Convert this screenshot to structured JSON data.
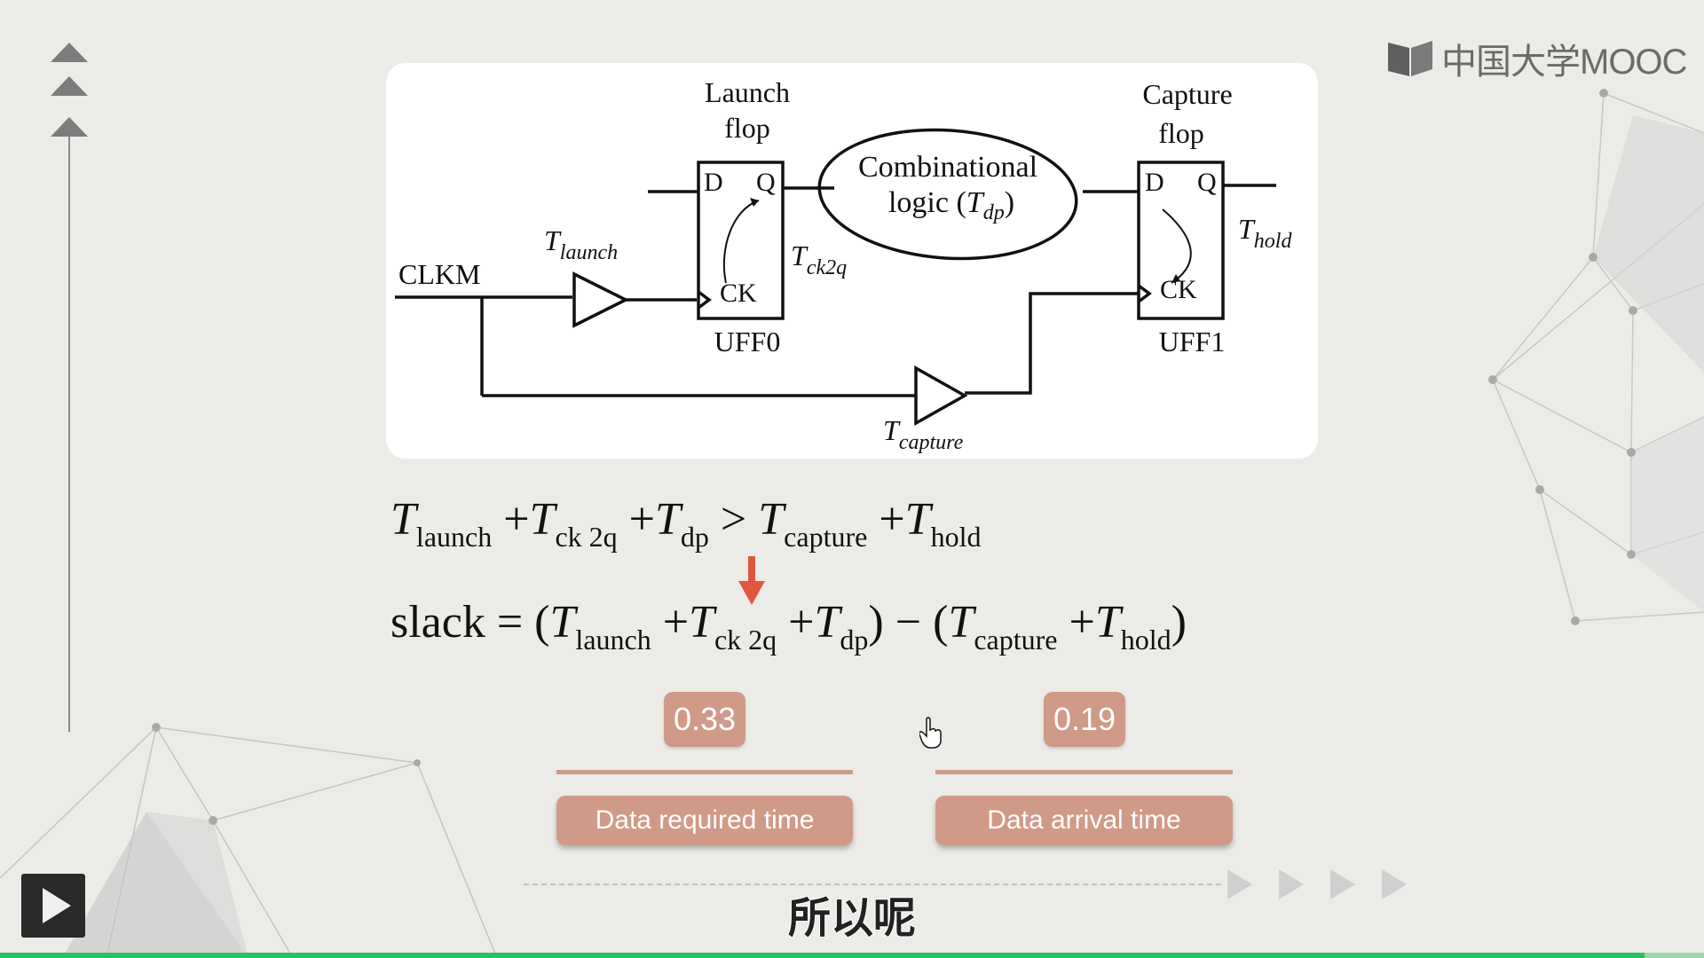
{
  "logo": {
    "text": "中国大学MOOC"
  },
  "diagram": {
    "launch_title_1": "Launch",
    "launch_title_2": "flop",
    "capture_title_1": "Capture",
    "capture_title_2": "flop",
    "comb_line1": "Combinational",
    "comb_line2": "logic (",
    "comb_T": "T",
    "comb_sub": "dp",
    "comb_close": ")",
    "clkm": "CLKM",
    "pin_d": "D",
    "pin_q": "Q",
    "pin_ck": "CK",
    "uff0": "UFF0",
    "uff1": "UFF1",
    "T": "T",
    "sub_launch": "launch",
    "sub_ck2q": "ck2q",
    "sub_hold": "hold",
    "sub_capture": "capture"
  },
  "equations": {
    "T": "T",
    "plus": "+",
    "gt": ">",
    "minus": "−",
    "eq": "=",
    "lparen": "(",
    "rparen": ")",
    "slack": "slack",
    "sub_launch": "launch",
    "sub_ck2q": "ck 2q",
    "sub_dp": "dp",
    "sub_capture": "capture",
    "sub_hold": "hold"
  },
  "values": {
    "left": "0.33",
    "right": "0.19"
  },
  "buttons": {
    "left": "Data required time",
    "right": "Data arrival time"
  },
  "subtitle": "所以呢",
  "player": {
    "progress_fraction": 0.965
  },
  "colors": {
    "accent": "#d09a88",
    "arrow_red": "#e0563f",
    "progress_green": "#22c55e"
  }
}
